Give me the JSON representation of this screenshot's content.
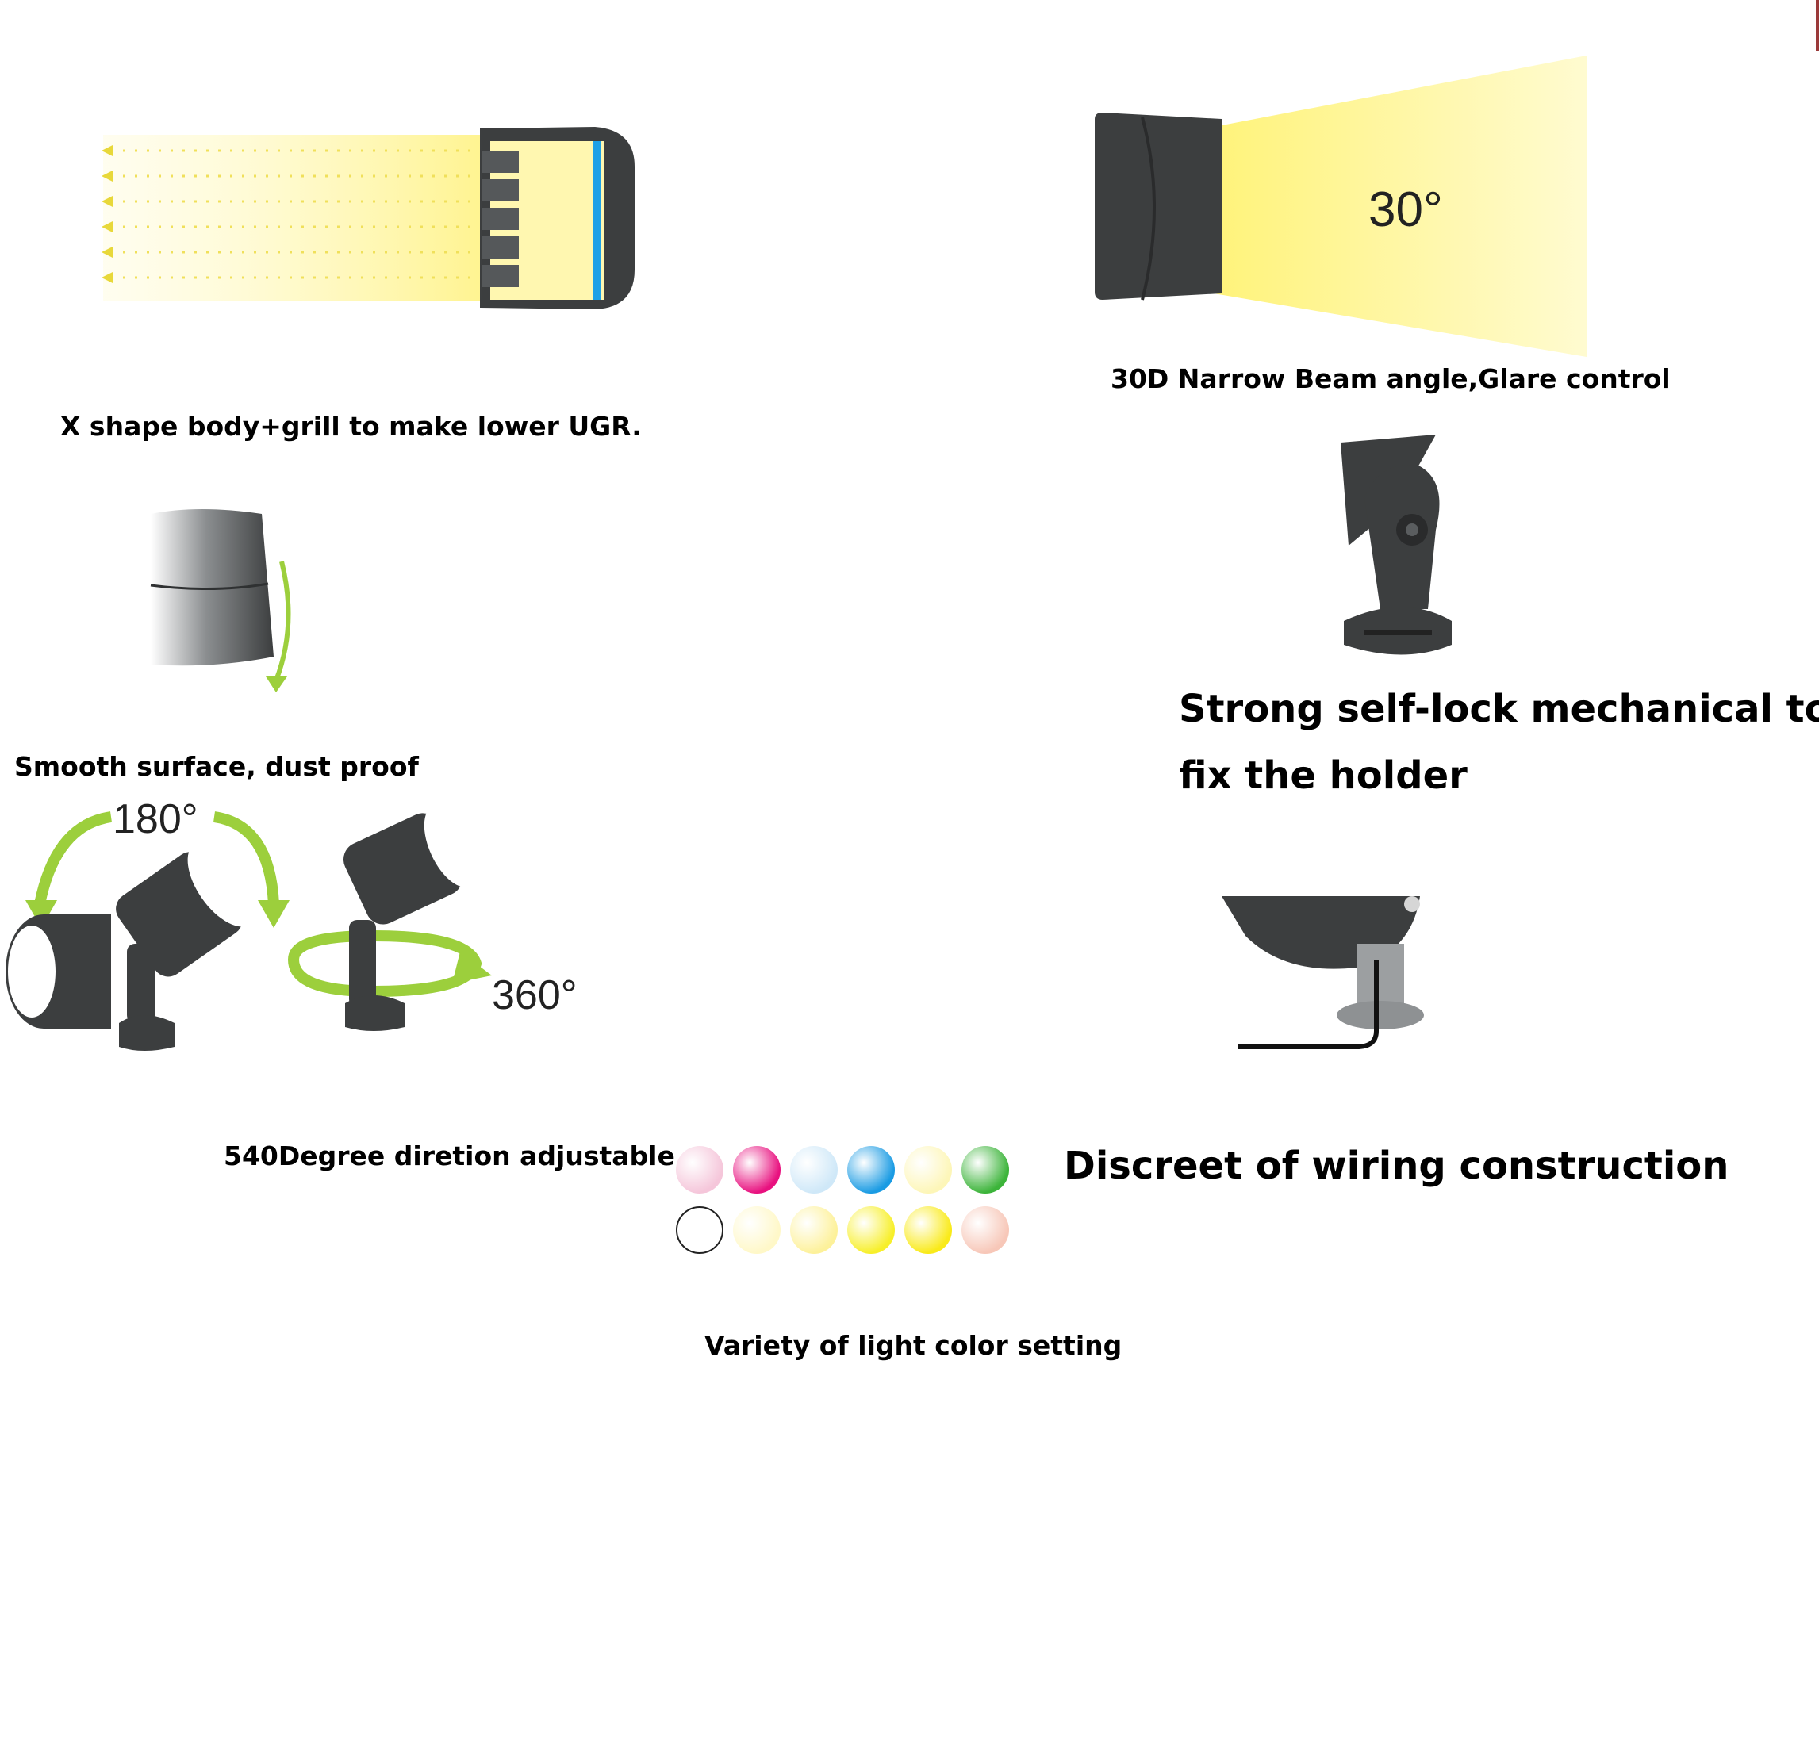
{
  "captions": {
    "ugr": "X shape body+grill to make lower UGR.",
    "beam": "30D Narrow Beam angle,Glare control",
    "smooth": "Smooth surface, dust proof",
    "selflock_line1": "Strong self-lock mechanical to",
    "selflock_line2": "fix the holder",
    "direction": "540Degree diretion adjustable",
    "wiring": "Discreet of wiring construction",
    "colors": "Variety of light color setting"
  },
  "labels": {
    "beam_angle": "30°",
    "tilt_angle": "180°",
    "rotate_angle": "360°"
  },
  "palette": {
    "body": "#3c3e3f",
    "light": "#fff27a",
    "arrow": "#9ccf3c",
    "accent_blue": "#1ea0e6",
    "row1": [
      "#f5c6da",
      "#e8117f",
      "#cfe8f8",
      "#1a9be3",
      "#fdf6b8",
      "#3cb43a"
    ],
    "row2": [
      "#ffffff",
      "#fff8c8",
      "#fdf19a",
      "#f7ef2a",
      "#f9ea19",
      "#f7c7b8"
    ]
  }
}
